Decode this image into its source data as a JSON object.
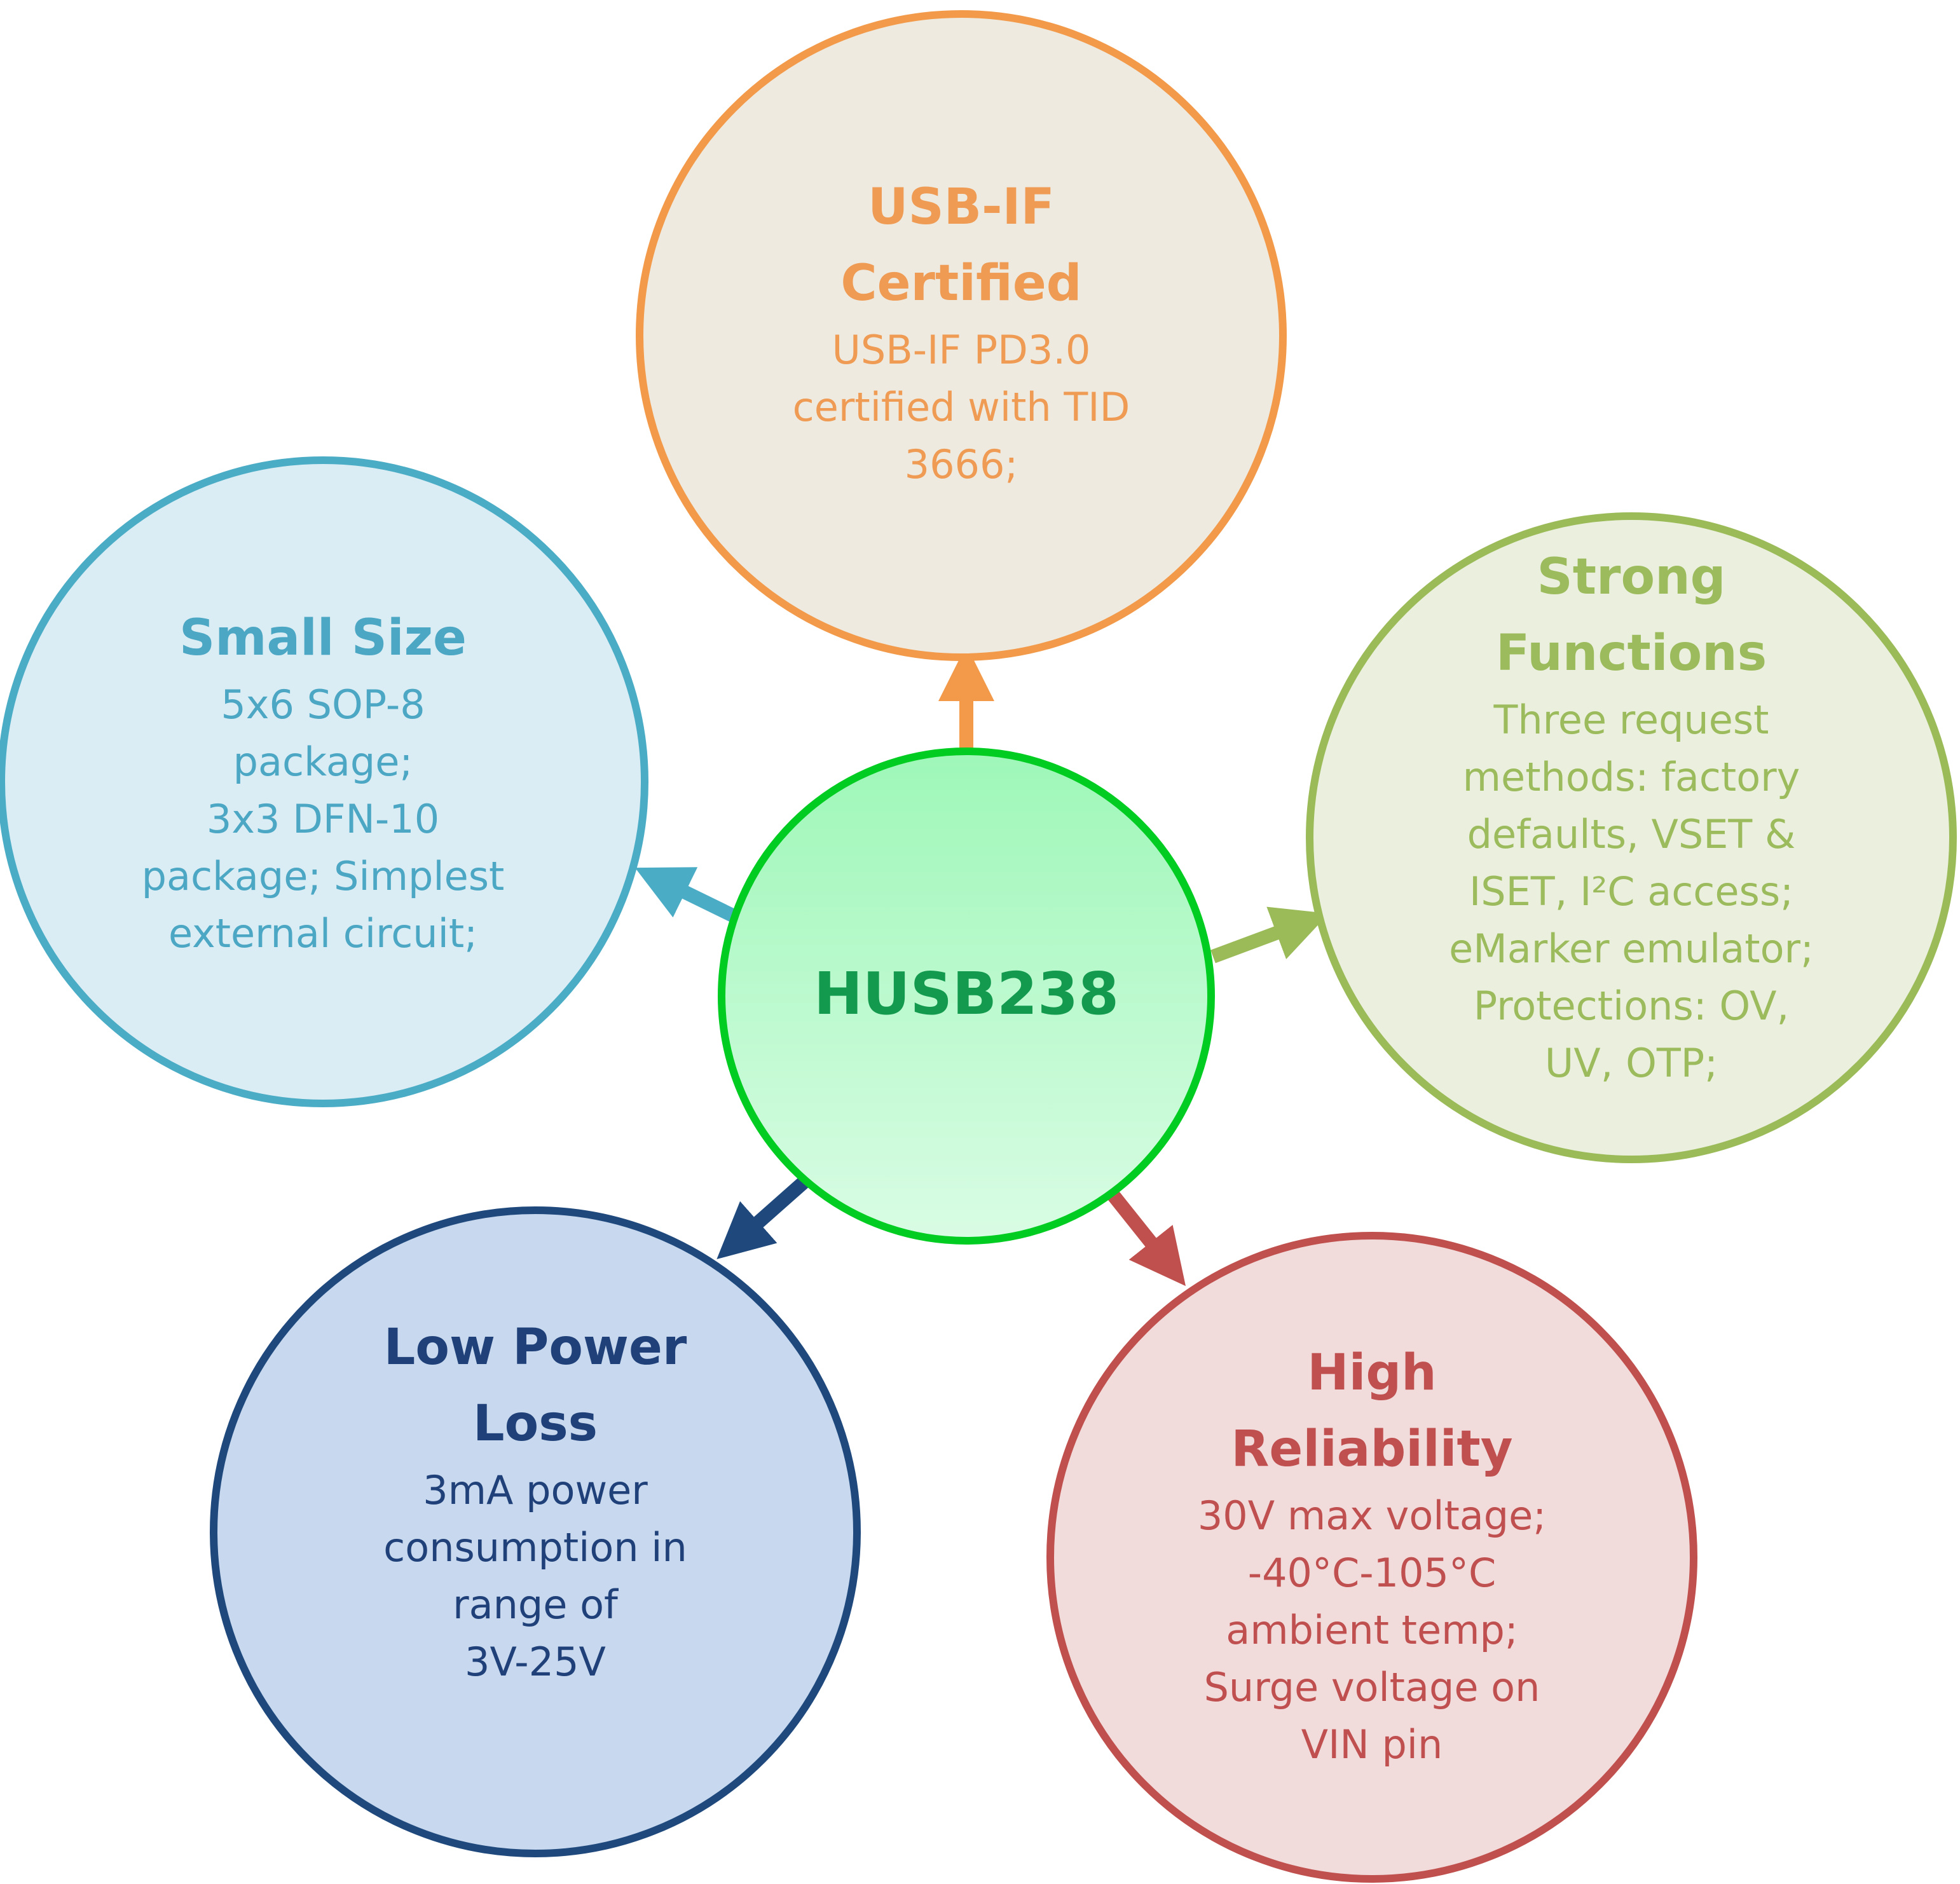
{
  "center": {
    "title": "HUSB238"
  },
  "nodes": {
    "usb": {
      "title": "USB-IF Certified",
      "body": "USB-IF PD3.0\ncertified with TID\n3666;"
    },
    "strong": {
      "title": "Strong Functions",
      "body": "Three request\nmethods: factory\ndefaults, VSET &\nISET, I²C access;\neMarker emulator;\nProtections: OV,\nUV, OTP;"
    },
    "small": {
      "title": "Small Size",
      "body": "5x6 SOP-8\npackage;\n3x3 DFN-10\npackage; Simplest\nexternal circuit;"
    },
    "lowpower": {
      "title": "Low Power Loss",
      "body": "3mA power\nconsumption in\nrange of\n3V-25V"
    },
    "high": {
      "title": "High Reliability",
      "body": "30V max voltage;\n-40°C-105°C\nambient temp;\nSurge voltage on\nVIN pin"
    }
  },
  "colors": {
    "usb": "#f29a4a",
    "strong": "#9bbb59",
    "small": "#4bacc6",
    "lowpower": "#1f497d",
    "high": "#c0504d",
    "center": "#00cc22"
  }
}
